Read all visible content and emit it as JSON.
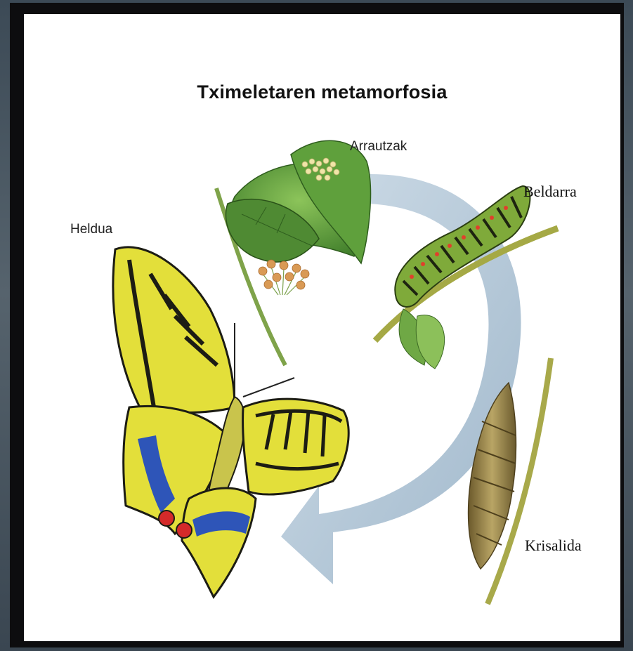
{
  "diagram": {
    "title": "Tximeletaren metamorfosia",
    "stages": {
      "eggs": "Arrautzak",
      "caterpillar": "Beldarra",
      "chrysalis": "Krisalida",
      "adult": "Heldua"
    },
    "colors": {
      "cycle_arrow": "#a9c1d4",
      "leaf": "#5c9a3a",
      "wing_yellow": "#e3df3a",
      "wing_black": "#1c1c14",
      "wing_blue": "#2e55b8",
      "wing_red": "#d42a2a"
    }
  }
}
